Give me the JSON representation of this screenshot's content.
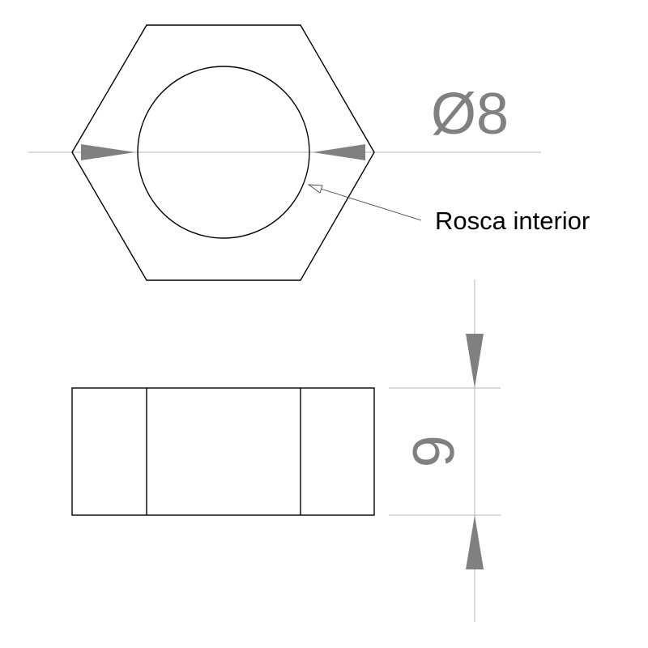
{
  "drawing": {
    "top_view": {
      "diameter_dimension": "Ø8",
      "thread_note": "Rosca interior"
    },
    "side_view": {
      "height_dimension": "6"
    },
    "colors": {
      "outline": "#000000",
      "dimension_line": "#b4b4b4",
      "dimension_arrow": "#808080",
      "dimension_text": "#808080",
      "note_text": "#000000"
    }
  }
}
